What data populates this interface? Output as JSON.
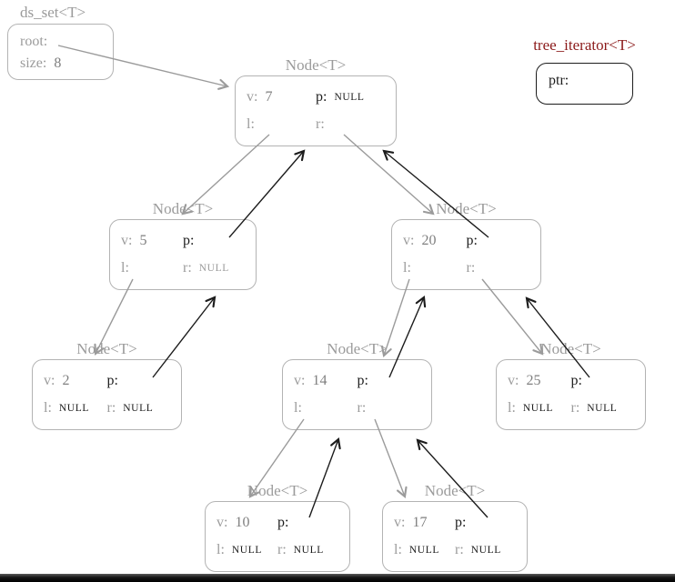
{
  "colors": {
    "diagram_gray": "#9b9b9b",
    "pointer_black": "#1c1c1c",
    "iterator_title_red": "#8b1a1a",
    "box_border_gray": "#b3b3b3"
  },
  "ds_set": {
    "title": "ds_set<T>",
    "root_label": "root:",
    "size_label": "size:",
    "size_value": "8"
  },
  "iterator": {
    "title": "tree_iterator<T>",
    "ptr_label": "ptr:"
  },
  "labels": {
    "node_title": "Node<T>",
    "v": "v:",
    "p": "p:",
    "l": "l:",
    "r": "r:"
  },
  "nodes": [
    {
      "id": "node-7",
      "v": "7",
      "p": "NULL",
      "l": "",
      "r": ""
    },
    {
      "id": "node-5",
      "v": "5",
      "p": "",
      "l": "",
      "r": "NULL"
    },
    {
      "id": "node-20",
      "v": "20",
      "p": "",
      "l": "",
      "r": ""
    },
    {
      "id": "node-2",
      "v": "2",
      "p": "",
      "l": "NULL",
      "r": "NULL"
    },
    {
      "id": "node-14",
      "v": "14",
      "p": "",
      "l": "",
      "r": ""
    },
    {
      "id": "node-25",
      "v": "25",
      "p": "",
      "l": "NULL",
      "r": "NULL"
    },
    {
      "id": "node-10",
      "v": "10",
      "p": "",
      "l": "NULL",
      "r": "NULL"
    },
    {
      "id": "node-17",
      "v": "17",
      "p": "",
      "l": "NULL",
      "r": "NULL"
    }
  ]
}
